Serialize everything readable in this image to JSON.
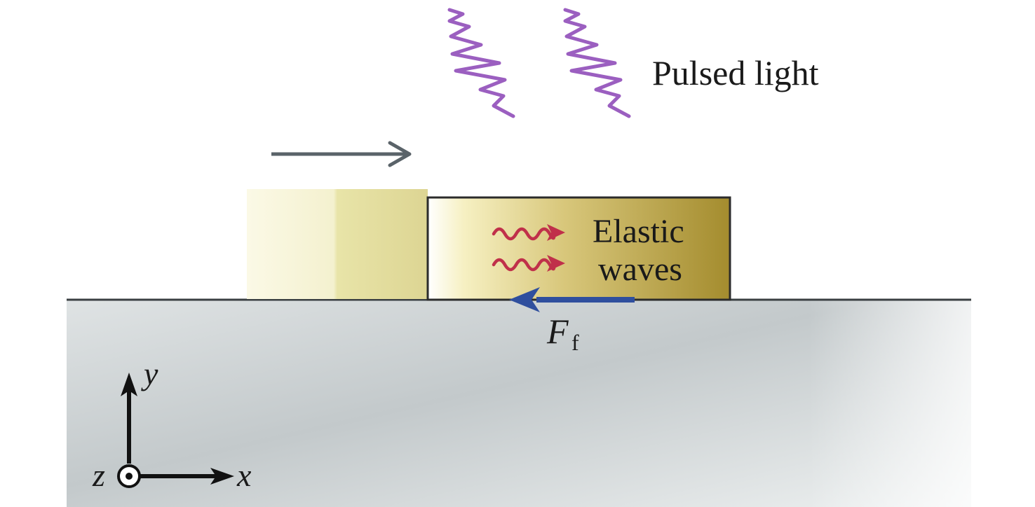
{
  "labels": {
    "pulsed_light": "Pulsed light",
    "elastic_line1": "Elastic",
    "elastic_line2": "waves",
    "friction_symbol": "F",
    "friction_subscript": "f",
    "axis_x": "x",
    "axis_y": "y",
    "axis_z": "z"
  },
  "colors": {
    "pulse_wave": "#9b5fc0",
    "elastic_wave": "#c0304a",
    "friction_arrow": "#2f4f9e",
    "motion_arrow": "#5a6369",
    "block_gold": "#a8902c",
    "ghost_block": "#e7e3a4",
    "substrate": "#c5cbcd",
    "axes": "#111111"
  },
  "icons": {
    "motion": "right-arrow-icon",
    "friction": "left-arrow-icon",
    "z_axis": "out-of-page-dot-icon"
  }
}
